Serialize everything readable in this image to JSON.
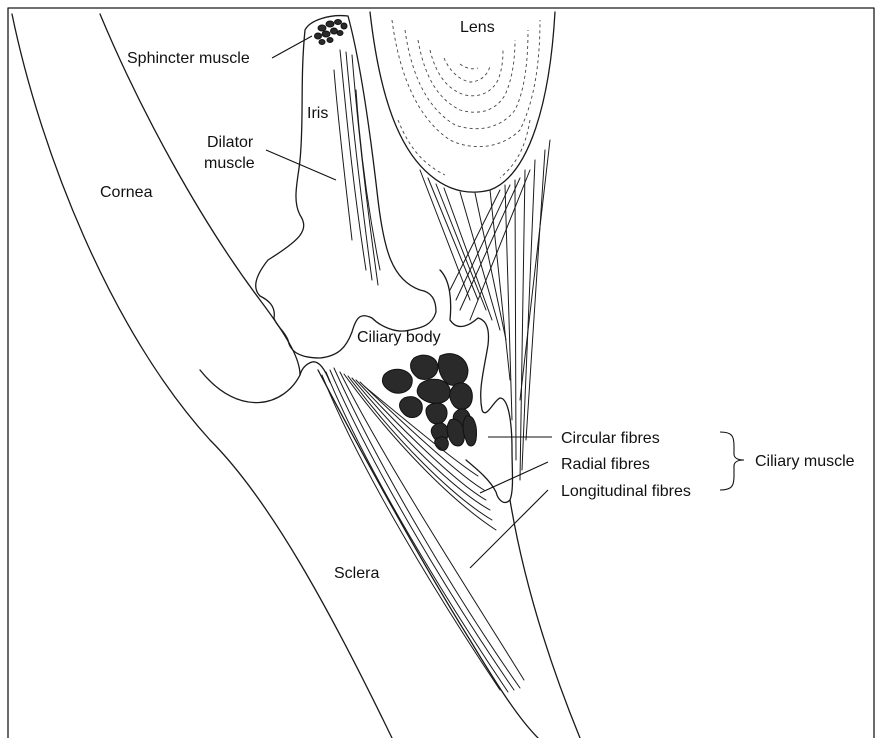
{
  "labels": {
    "lens": "Lens",
    "sphincter_muscle": "Sphincter muscle",
    "iris": "Iris",
    "dilator_line1": "Dilator",
    "dilator_line2": "muscle",
    "cornea": "Cornea",
    "ciliary_body": "Ciliary body",
    "circular_fibres": "Circular fibres",
    "radial_fibres": "Radial fibres",
    "longitudinal_fibres": "Longitudinal fibres",
    "ciliary_muscle": "Ciliary muscle",
    "sclera": "Sclera"
  }
}
